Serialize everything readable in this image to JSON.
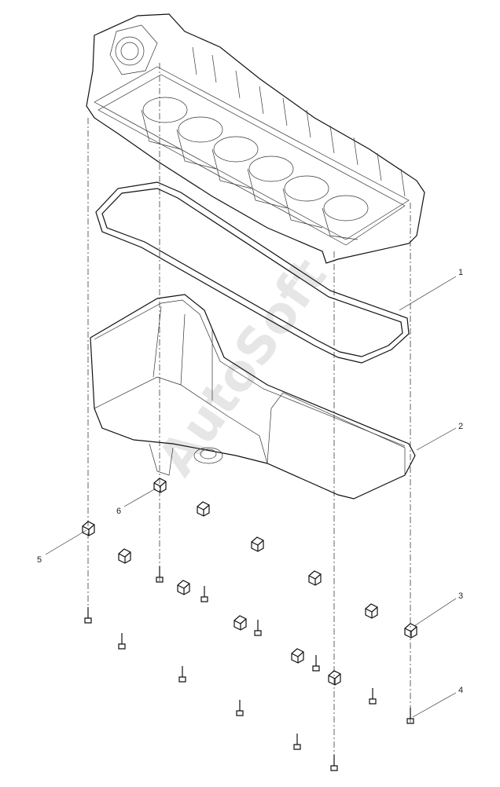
{
  "watermark": "AutoSoft",
  "callouts": [
    {
      "id": "1",
      "label": "1"
    },
    {
      "id": "2",
      "label": "2"
    },
    {
      "id": "3",
      "label": "3"
    },
    {
      "id": "4",
      "label": "4"
    },
    {
      "id": "5",
      "label": "5"
    },
    {
      "id": "6",
      "label": "6"
    }
  ],
  "icons": {
    "engine_block": "engine-block-icon",
    "gasket": "gasket-icon",
    "oil_pan": "oil-pan-icon",
    "bolt": "bolt-icon",
    "clip": "clip-icon"
  }
}
